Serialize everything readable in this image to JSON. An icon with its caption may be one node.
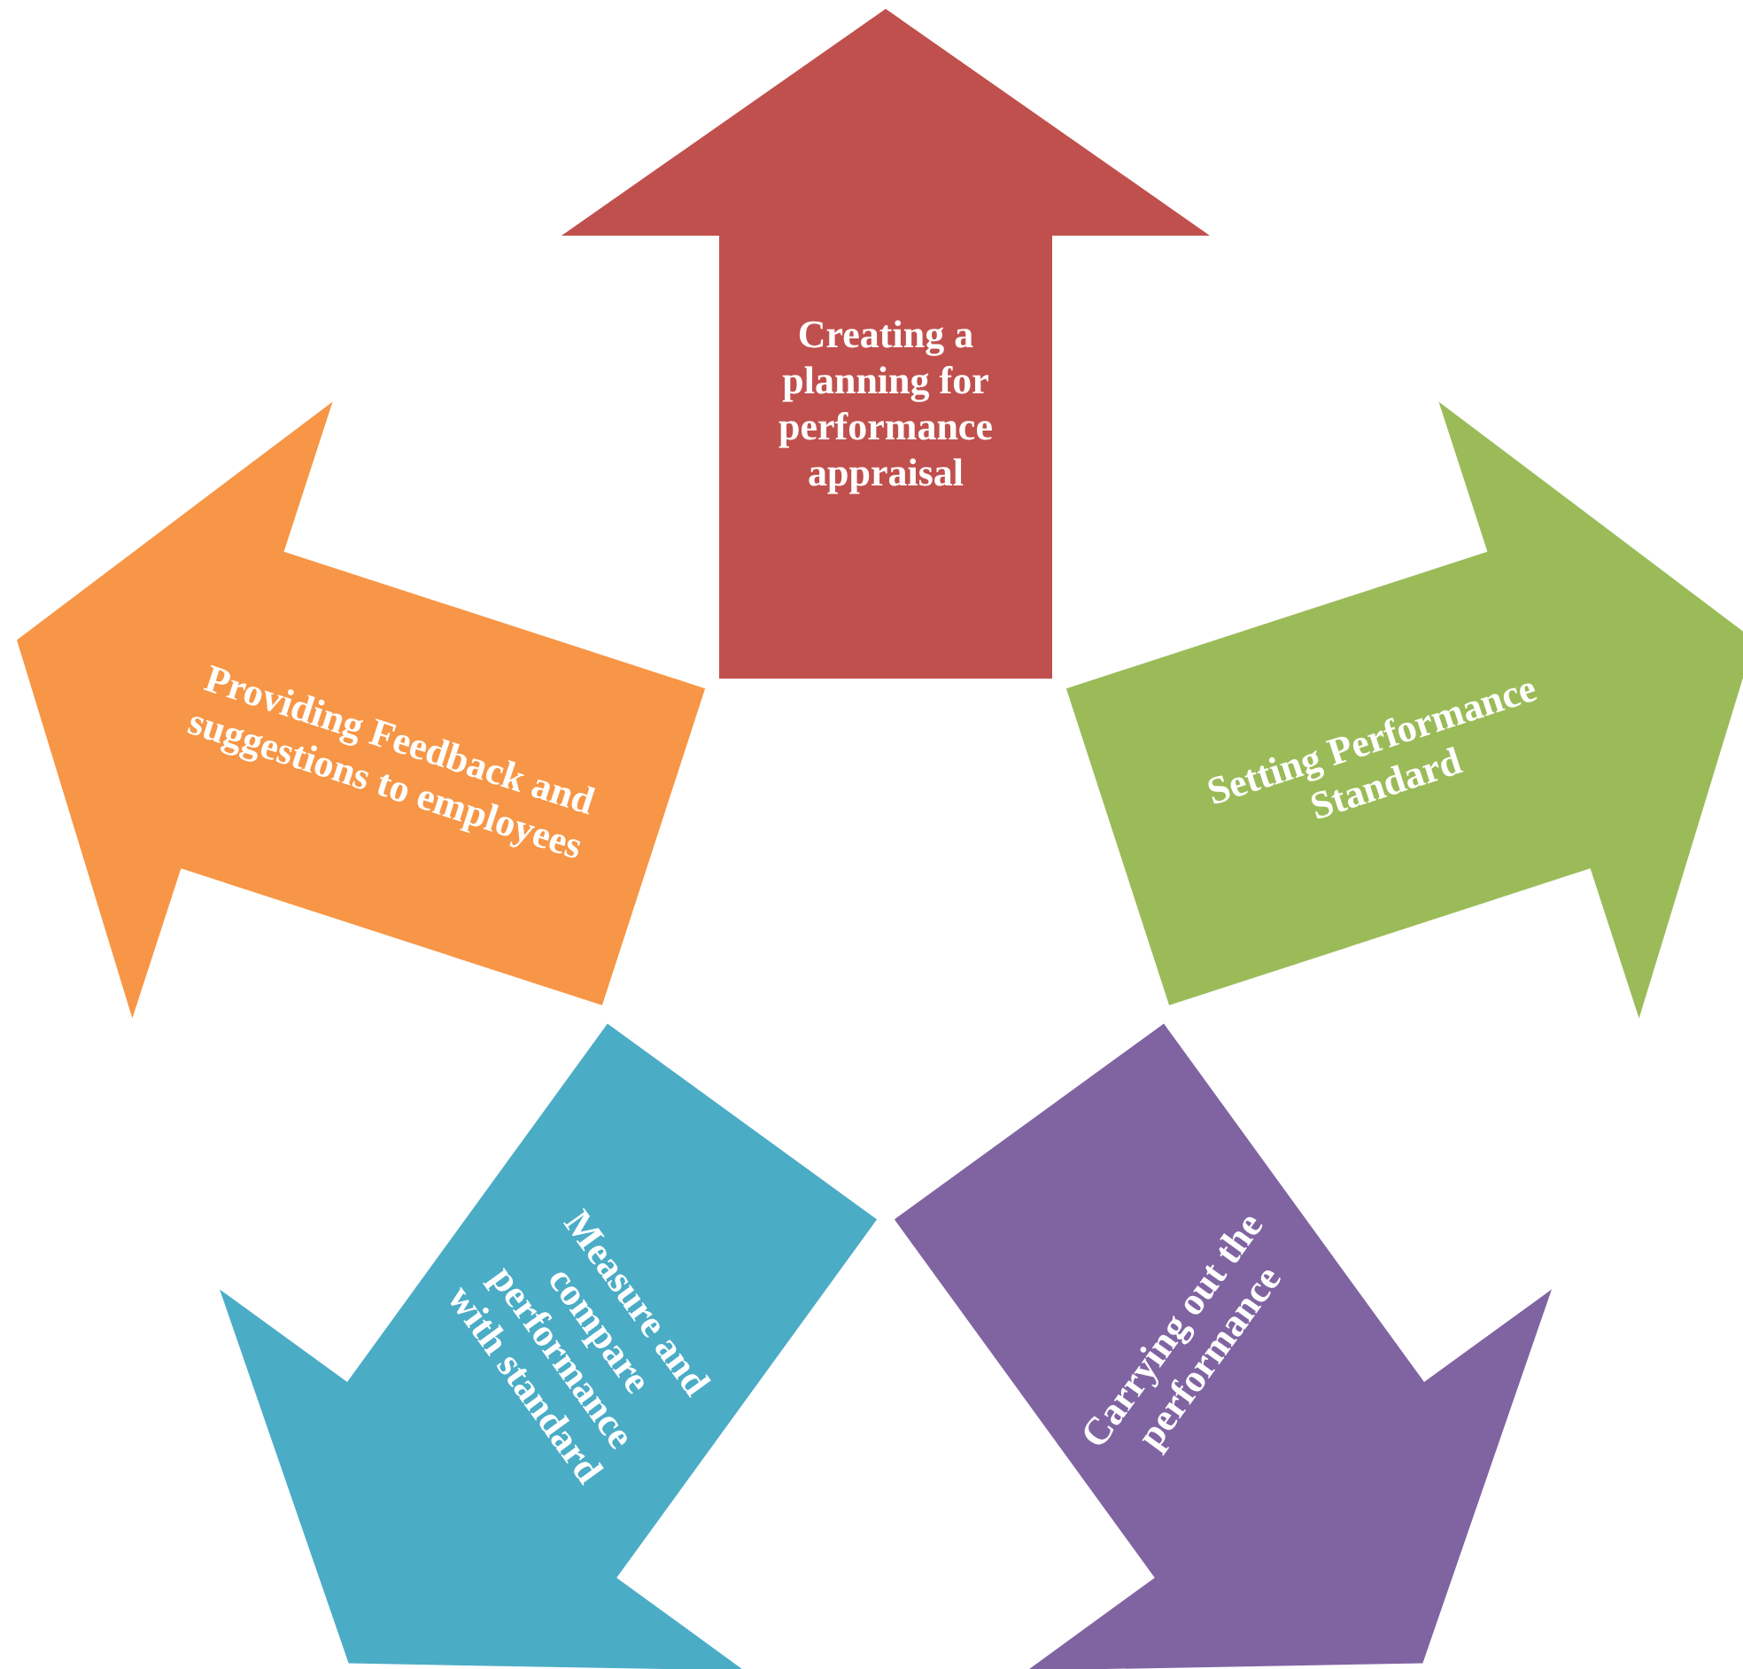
{
  "diagram": {
    "nodes": [
      {
        "text": [
          "Creating a planning for performance appraisal"
        ]
      },
      {
        "text": [
          "Setting Performance Standard"
        ]
      },
      {
        "text": [
          "Carrying out the performance"
        ]
      },
      {
        "text": [
          "Measure and compare performance with standard"
        ]
      },
      {
        "text": [
          "Providing Feedback and suggestions to employees"
        ]
      }
    ]
  }
}
